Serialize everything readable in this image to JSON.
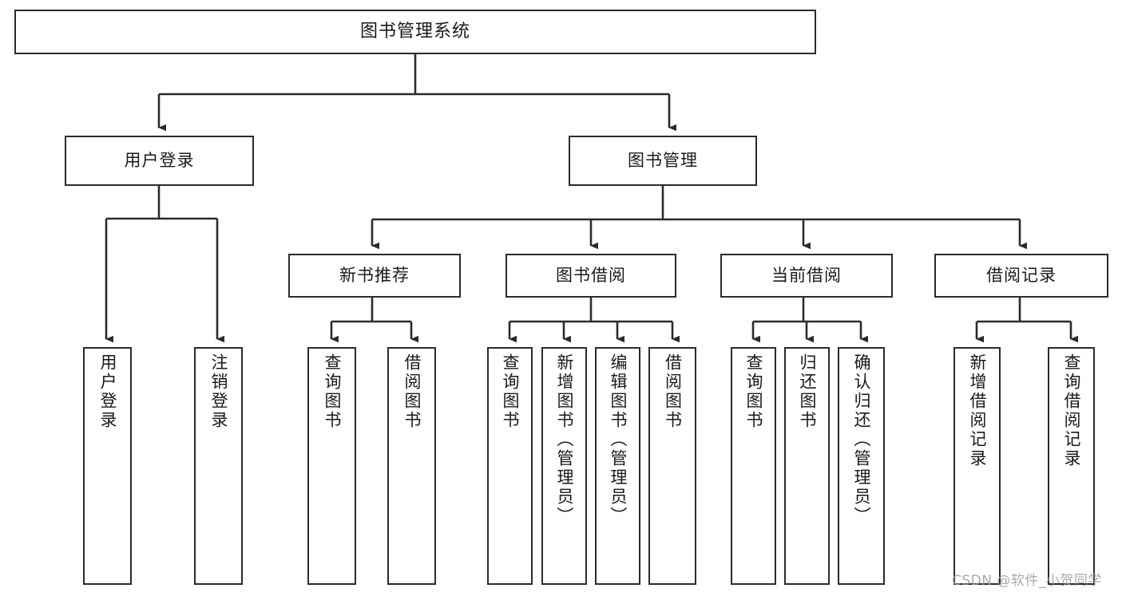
{
  "diagram": {
    "title": "图书管理系统",
    "root": {
      "id": "root",
      "label": "图书管理系统"
    },
    "level2": [
      {
        "id": "user-login",
        "label": "用户登录"
      },
      {
        "id": "book-management",
        "label": "图书管理"
      }
    ],
    "level3": [
      {
        "id": "new-book-recommend",
        "label": "新书推荐"
      },
      {
        "id": "book-borrow",
        "label": "图书借阅"
      },
      {
        "id": "current-borrow",
        "label": "当前借阅"
      },
      {
        "id": "borrow-record",
        "label": "借阅记录"
      }
    ],
    "leaves": {
      "user_login": [
        {
          "id": "leaf-user-login",
          "label": "用户登录"
        },
        {
          "id": "leaf-logout-login",
          "label": "注销登录"
        }
      ],
      "new_book_recommend": [
        {
          "id": "leaf-query-book-1",
          "label": "查询图书"
        },
        {
          "id": "leaf-borrow-book-1",
          "label": "借阅图书"
        }
      ],
      "book_borrow": [
        {
          "id": "leaf-query-book-2",
          "label": "查询图书"
        },
        {
          "id": "leaf-add-book-admin",
          "label": "新增图书（管理员）"
        },
        {
          "id": "leaf-edit-book-admin",
          "label": "编辑图书（管理员）"
        },
        {
          "id": "leaf-borrow-book-2",
          "label": "借阅图书"
        }
      ],
      "current_borrow": [
        {
          "id": "leaf-query-book-3",
          "label": "查询图书"
        },
        {
          "id": "leaf-return-book",
          "label": "归还图书"
        },
        {
          "id": "leaf-confirm-return-admin",
          "label": "确认归还（管理员）"
        }
      ],
      "borrow_record": [
        {
          "id": "leaf-add-borrow-record",
          "label": "新增借阅记录"
        },
        {
          "id": "leaf-query-borrow-record",
          "label": "查询借阅记录"
        }
      ]
    }
  },
  "watermark": {
    "text": "CSDN @软件_小贺同学"
  },
  "colors": {
    "stroke": "#2b2b2b",
    "fill": "#ffffff",
    "text": "#1a1a1a",
    "watermark": "#9b9b9b"
  }
}
